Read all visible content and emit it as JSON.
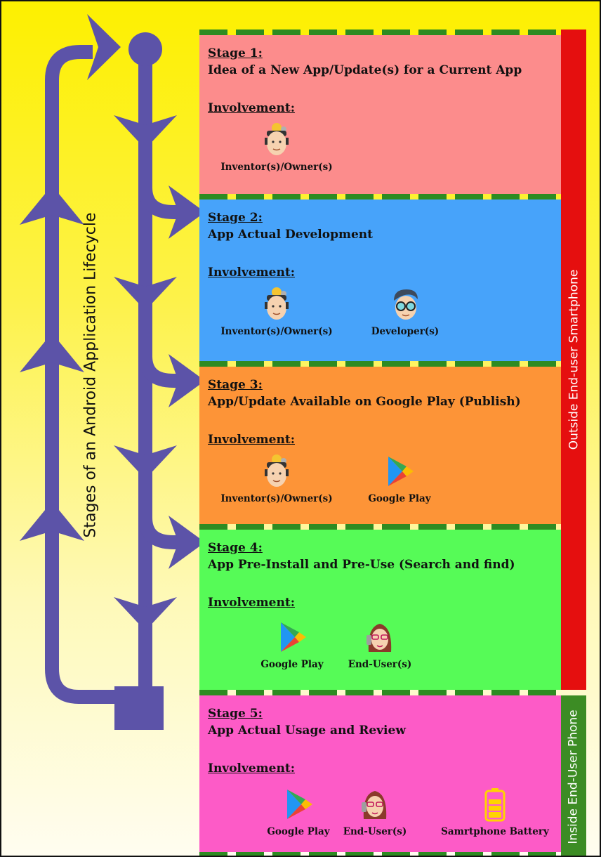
{
  "diagram_title": "Stages of an Android Application Lifecycle",
  "involvement_label": "Involvement:",
  "regions": {
    "outside": "Outside End-user Smartphone",
    "inside": "Inside End-User Phone"
  },
  "stages": [
    {
      "title": "Stage 1:",
      "description": "Idea of a New App/Update(s) for a Current App",
      "color": "#fc8c8c",
      "actors": [
        {
          "label": "Inventor(s)/Owner(s)",
          "icon": "inventor-icon"
        }
      ]
    },
    {
      "title": "Stage 2:",
      "description": "App Actual Development",
      "color": "#47a3fa",
      "actors": [
        {
          "label": "Inventor(s)/Owner(s)",
          "icon": "inventor-icon"
        },
        {
          "label": "Developer(s)",
          "icon": "developer-icon"
        }
      ]
    },
    {
      "title": "Stage 3:",
      "description": "App/Update Available on Google Play (Publish)",
      "color": "#fd9437",
      "actors": [
        {
          "label": "Inventor(s)/Owner(s)",
          "icon": "inventor-icon"
        },
        {
          "label": "Google Play",
          "icon": "google-play-icon"
        }
      ]
    },
    {
      "title": "Stage 4:",
      "description": "App Pre-Install and Pre-Use (Search and find)",
      "color": "#56fb57",
      "actors": [
        {
          "label": "Google Play",
          "icon": "google-play-icon"
        },
        {
          "label": "End-User(s)",
          "icon": "end-user-icon"
        }
      ]
    },
    {
      "title": "Stage 5:",
      "description": "App Actual Usage and Review",
      "color": "#fd5bc7",
      "actors": [
        {
          "label": "Google Play",
          "icon": "google-play-icon"
        },
        {
          "label": "End-User(s)",
          "icon": "end-user-icon"
        },
        {
          "label": "Samrtphone Battery",
          "icon": "battery-icon"
        }
      ]
    }
  ],
  "colors": {
    "arrows": "#5c53a8",
    "outside_band": "#e50f0f",
    "inside_band": "#3c8c24",
    "dashes": "#2e8b22"
  }
}
